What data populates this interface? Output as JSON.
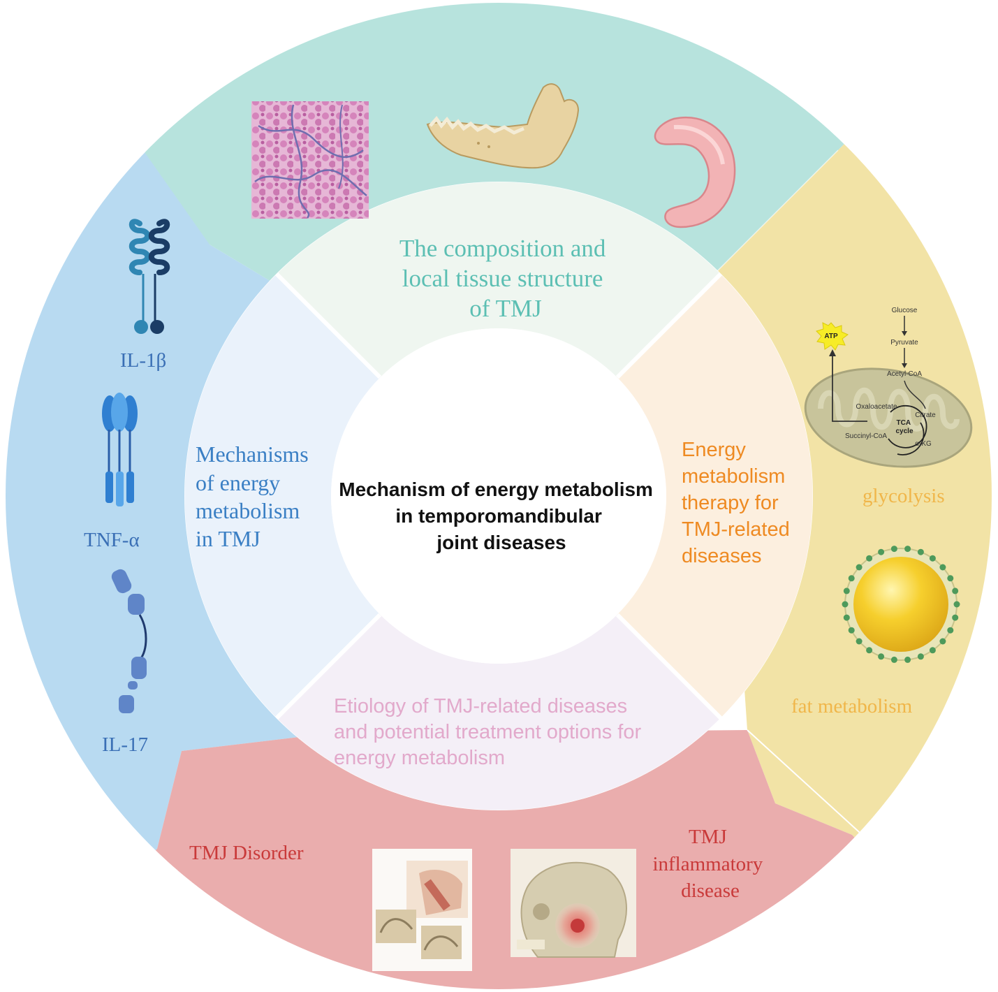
{
  "center": {
    "title_lines": [
      "Mechanism of energy metabolism",
      "in temporomandibular",
      "joint diseases"
    ]
  },
  "inner_segments": {
    "top": {
      "lines": [
        "The composition and",
        "local tissue structure",
        "of TMJ"
      ],
      "color": "#5cbfb3"
    },
    "left": {
      "lines": [
        "Mechanisms",
        "of energy",
        "metabolism",
        "in TMJ"
      ],
      "color": "#3a7fc4"
    },
    "right": {
      "lines": [
        "Energy",
        "metabolism",
        "therapy for",
        "TMJ-related",
        "diseases"
      ],
      "color": "#ee8a22"
    },
    "bottom": {
      "lines": [
        "Etiology of TMJ-related diseases",
        "and potential treatment options for",
        "energy metabolism"
      ],
      "color": "#e2a9cb"
    }
  },
  "outer_sections": {
    "top": {
      "icons": [
        "tissue-histology-icon",
        "mandible-bone-icon",
        "articular-disc-icon"
      ],
      "color": "#b7e3dd"
    },
    "left": {
      "labels": [
        "IL-1β",
        "TNF-α",
        "IL-17"
      ],
      "label_color": "#3a6fb5",
      "icons": [
        "il1b-receptor-icon",
        "tnf-alpha-receptor-icon",
        "il17-receptor-icon"
      ],
      "color": "#b8daf1"
    },
    "right": {
      "labels": [
        "glycolysis",
        "fat metabolism"
      ],
      "label_color": "#f0b64a",
      "color": "#f2e3a6",
      "pathway": {
        "atp": "ATP",
        "steps": [
          "Glucose",
          "Pyruvate",
          "Acetyl-CoA"
        ],
        "cycle": {
          "name_lines": [
            "TCA",
            "cycle"
          ],
          "nodes": [
            "Oxaloacetate",
            "Citrate",
            "α-KG",
            "Succinyl-CoA"
          ]
        }
      },
      "icons": [
        "mitochondrion-icon",
        "lipid-droplet-icon",
        "atp-burst-icon"
      ]
    },
    "bottom": {
      "labels": [
        "TMJ Disorder"
      ],
      "label_lines_2": [
        "TMJ",
        "inflammatory",
        "disease"
      ],
      "label_color": "#c93a3a",
      "color": "#eaadad",
      "icons": [
        "tmj-disorder-illustration-icon",
        "skull-inflammation-icon"
      ]
    }
  }
}
